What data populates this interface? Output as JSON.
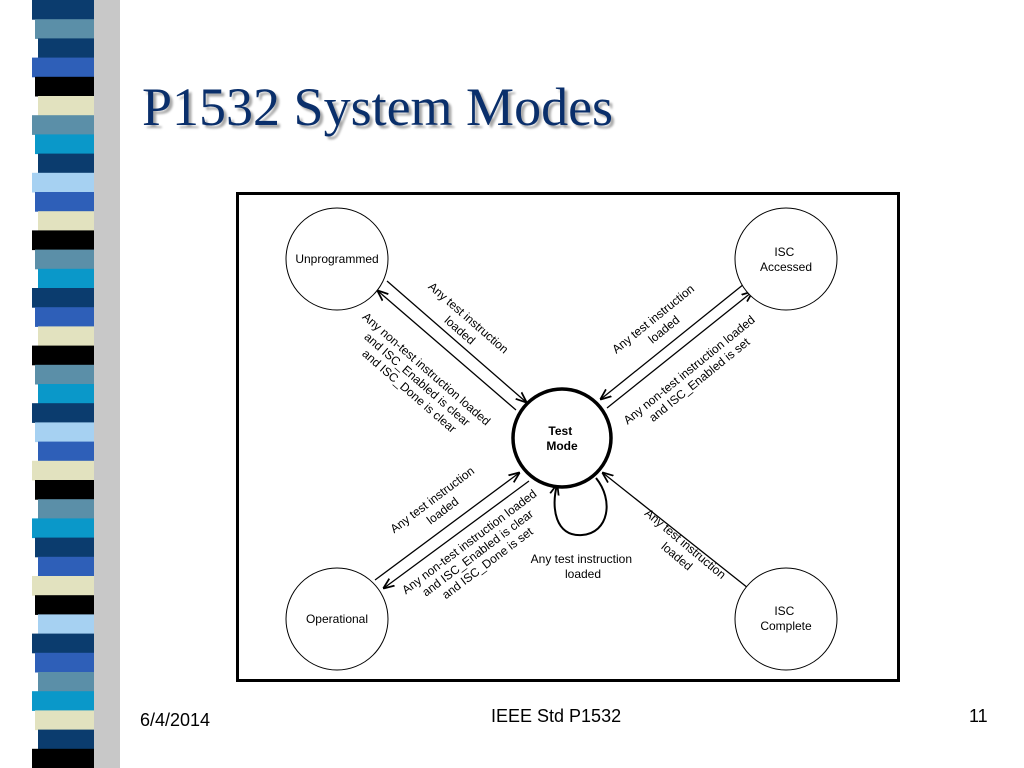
{
  "slide": {
    "title": "P1532 System Modes",
    "footer_date": "6/4/2014",
    "footer_center": "IEEE Std P1532",
    "page_number": "11"
  },
  "diagram": {
    "states": {
      "unprogrammed": [
        "Unprogrammed"
      ],
      "isc_accessed": [
        "ISC",
        "Accessed"
      ],
      "test_mode": [
        "Test",
        "Mode"
      ],
      "operational": [
        "Operational"
      ],
      "isc_complete": [
        "ISC",
        "Complete"
      ]
    },
    "transitions": {
      "unprog_to_test": [
        "Any test instruction",
        "loaded"
      ],
      "test_to_unprog": [
        "Any non-test instruction loaded",
        "and ISC_Enabled is clear",
        "and ISC_Done is clear"
      ],
      "accessed_to_test": [
        "Any test instruction",
        "loaded"
      ],
      "test_to_accessed": [
        "Any non-test instruction loaded",
        "and ISC_Enabled is set"
      ],
      "oper_to_test": [
        "Any test instruction",
        "loaded"
      ],
      "test_to_oper": [
        "Any non-test instruction loaded",
        "and ISC_Enabled is clear",
        "and ISC_Done is set"
      ],
      "self_loop": [
        "Any test instruction",
        "loaded"
      ],
      "complete_to_test": [
        "Any test instruction",
        "loaded"
      ]
    }
  },
  "colors": {
    "title": "#0a2f6b",
    "stripe": [
      "#0b3c6e",
      "#5b8fa8",
      "#2e5fb8",
      "#e2e2bf",
      "#000000",
      "#0a98c9",
      "#a6d1f2"
    ]
  }
}
